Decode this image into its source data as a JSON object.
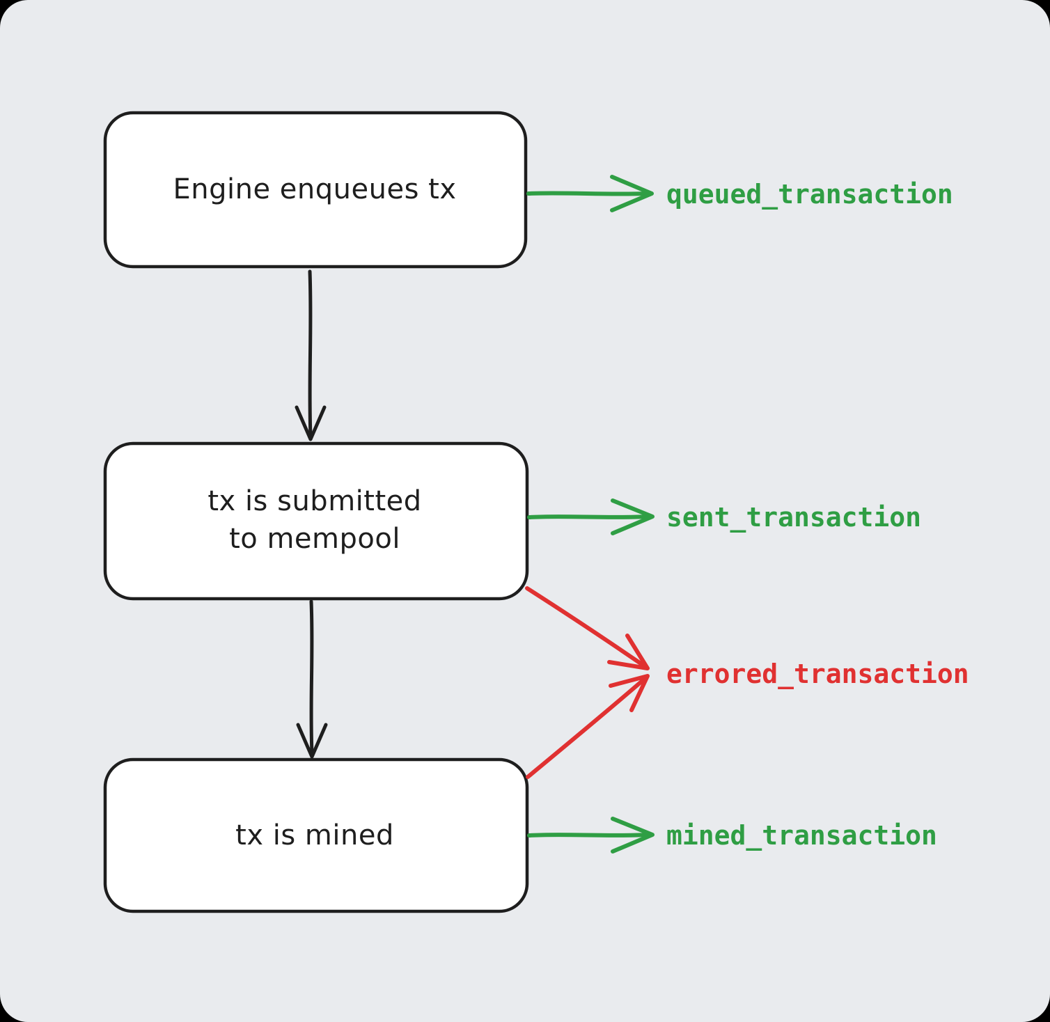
{
  "canvas": {
    "background": "#e9ebee",
    "outer_background": "#000000"
  },
  "colors": {
    "green": "#2f9e44",
    "red": "#e03131",
    "ink": "#1e1e1e",
    "node_fill": "#ffffff"
  },
  "nodes": [
    {
      "id": "enqueue",
      "label": "Engine enqueues tx"
    },
    {
      "id": "submit",
      "label": "tx is submitted\nto mempool"
    },
    {
      "id": "mined",
      "label": "tx is mined"
    }
  ],
  "events": [
    {
      "id": "queued",
      "label": "queued_transaction",
      "status": "success"
    },
    {
      "id": "sent",
      "label": "sent_transaction",
      "status": "success"
    },
    {
      "id": "errored",
      "label": "errored_transaction",
      "status": "error"
    },
    {
      "id": "mined",
      "label": "mined_transaction",
      "status": "success"
    }
  ],
  "edges": [
    {
      "from": "enqueue",
      "to": "submit",
      "type": "flow"
    },
    {
      "from": "submit",
      "to": "mined",
      "type": "flow"
    },
    {
      "from": "enqueue",
      "to": "queued",
      "type": "event",
      "color": "green"
    },
    {
      "from": "submit",
      "to": "sent",
      "type": "event",
      "color": "green"
    },
    {
      "from": "submit",
      "to": "errored",
      "type": "event",
      "color": "red"
    },
    {
      "from": "mined",
      "to": "errored",
      "type": "event",
      "color": "red"
    },
    {
      "from": "mined",
      "to": "mined",
      "type": "event",
      "color": "green"
    }
  ]
}
